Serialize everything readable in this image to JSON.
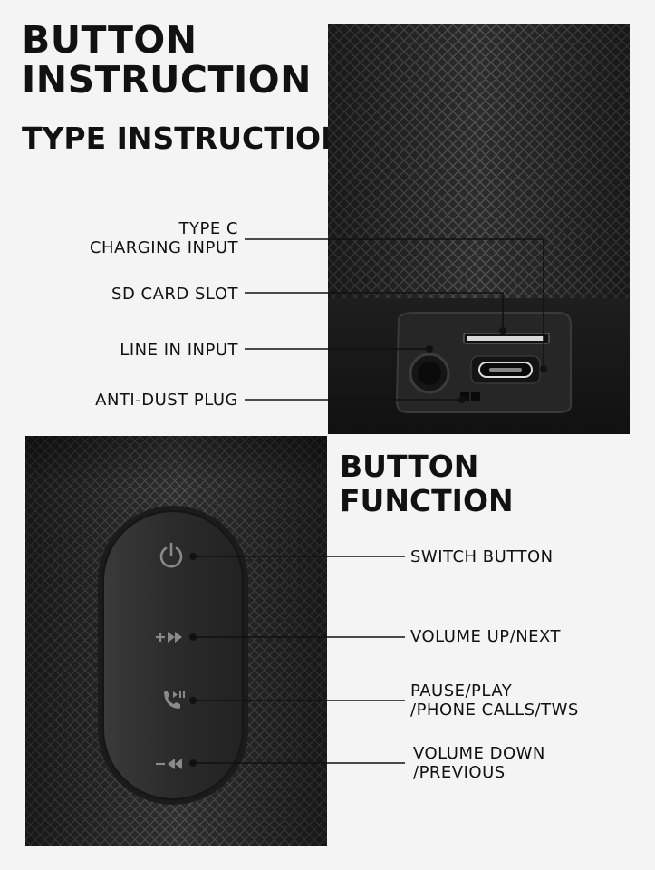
{
  "heading": {
    "title_line1": "BUTTON",
    "title_line2": "INSTRUCTION",
    "type_instruction": "TYPE INSTRUCTION",
    "button_function": "BUTTON FUNCTION"
  },
  "ports": {
    "type_c_line1": "TYPE C",
    "type_c_line2": "CHARGING INPUT",
    "sd_card": "SD CARD SLOT",
    "line_in": "LINE IN INPUT",
    "anti_dust": "ANTI-DUST PLUG"
  },
  "buttons": {
    "switch": "SWITCH BUTTON",
    "volume_up": "VOLUME UP/NEXT",
    "pause_line1": "PAUSE/PLAY",
    "pause_line2": "/PHONE CALLS/TWS",
    "volume_down_line1": "VOLUME DOWN",
    "volume_down_line2": "/PREVIOUS"
  },
  "icons": {
    "power": "power-icon",
    "volume_up": "plus-forward-icon",
    "play_pause": "phone-play-pause-icon",
    "volume_down": "minus-rewind-icon"
  },
  "colors": {
    "background": "#f4f4f4",
    "speaker_body": "#2e2e2e",
    "mesh_line": "#4a4a4a",
    "text": "#111111"
  }
}
